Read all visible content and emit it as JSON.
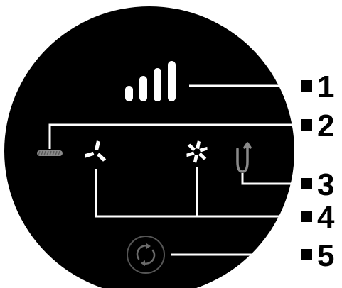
{
  "callouts": [
    {
      "number": "1",
      "target": "signal-strength-bars"
    },
    {
      "number": "2",
      "target": "heater-indicator"
    },
    {
      "number": "3",
      "target": "humidity-indicator"
    },
    {
      "number": "4",
      "target": "fan-indicators"
    },
    {
      "number": "5",
      "target": "reset-button"
    }
  ],
  "colors": {
    "panel": "#000000",
    "icon_white": "#ffffff",
    "icon_dim": "#888888",
    "leader_line": "#ffffff",
    "callout_text": "#000000"
  },
  "icons": {
    "signal": "signal-bars-icon",
    "heater": "heating-coil-icon",
    "fan_low": "fan-three-blade-icon",
    "fan_high": "fan-six-blade-icon",
    "humidity": "u-bend-pipe-icon",
    "reset": "circular-arrows-icon"
  }
}
